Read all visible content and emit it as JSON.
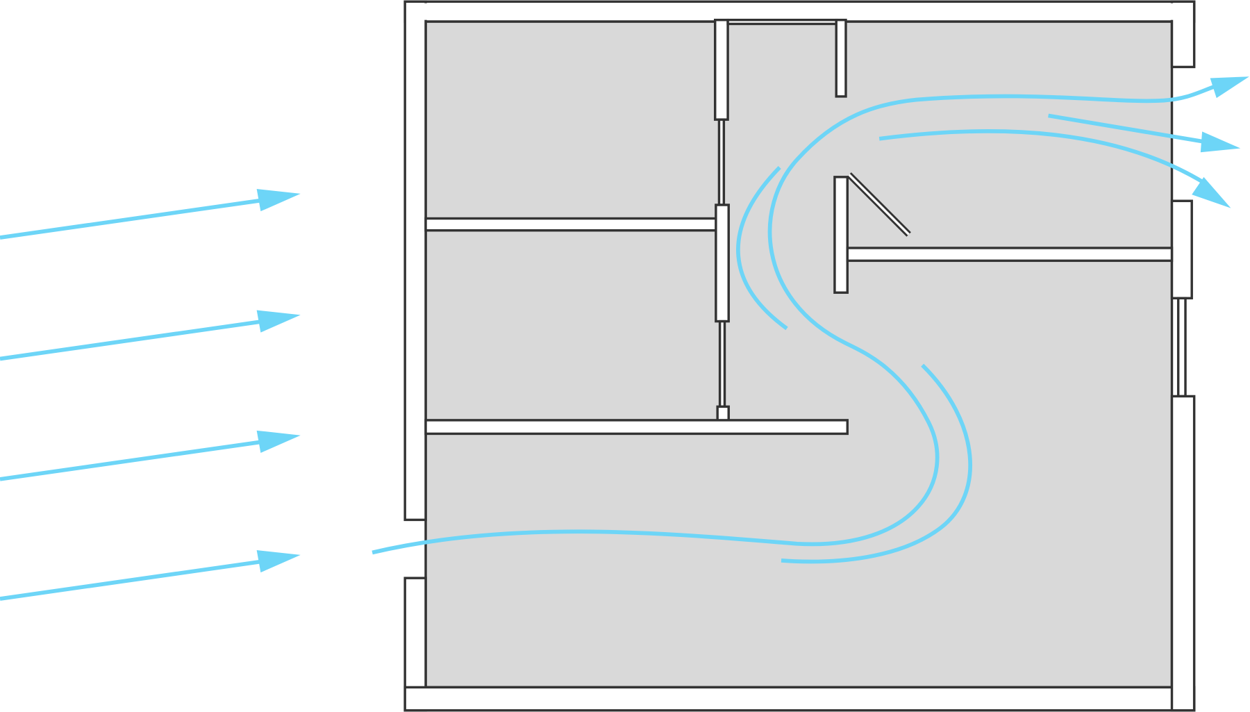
{
  "diagram": {
    "subject": "floor-plan-cross-ventilation",
    "colors": {
      "airflow": "#6dd5f7",
      "floor": "#d9d9d9",
      "walls": "#333333",
      "background": "#ffffff"
    },
    "incoming_wind_arrows": 4,
    "outgoing_arrows": 3
  }
}
